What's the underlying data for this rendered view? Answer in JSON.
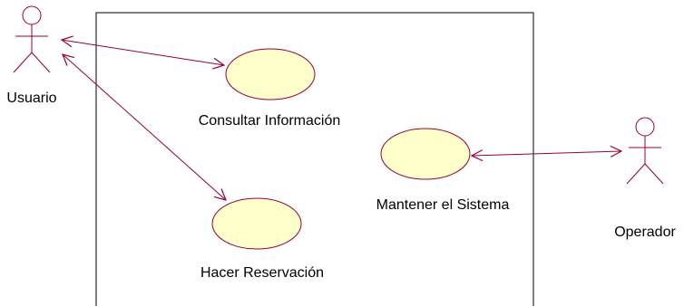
{
  "actors": [
    {
      "id": "usuario",
      "label": "Usuario"
    },
    {
      "id": "operador",
      "label": "Operador"
    }
  ],
  "use_cases": [
    {
      "id": "consultar",
      "label": "Consultar Información"
    },
    {
      "id": "reservar",
      "label": "Hacer Reservación"
    },
    {
      "id": "mantener",
      "label": "Mantener el Sistema"
    }
  ],
  "associations": [
    {
      "from": "usuario",
      "to": "consultar",
      "bidirectional": true
    },
    {
      "from": "usuario",
      "to": "reservar",
      "bidirectional": true
    },
    {
      "from": "operador",
      "to": "mantener",
      "bidirectional": true
    }
  ],
  "colors": {
    "line": "#990033",
    "use_case_fill": "#ffffcc",
    "boundary": "#000000",
    "text": "#000000"
  }
}
